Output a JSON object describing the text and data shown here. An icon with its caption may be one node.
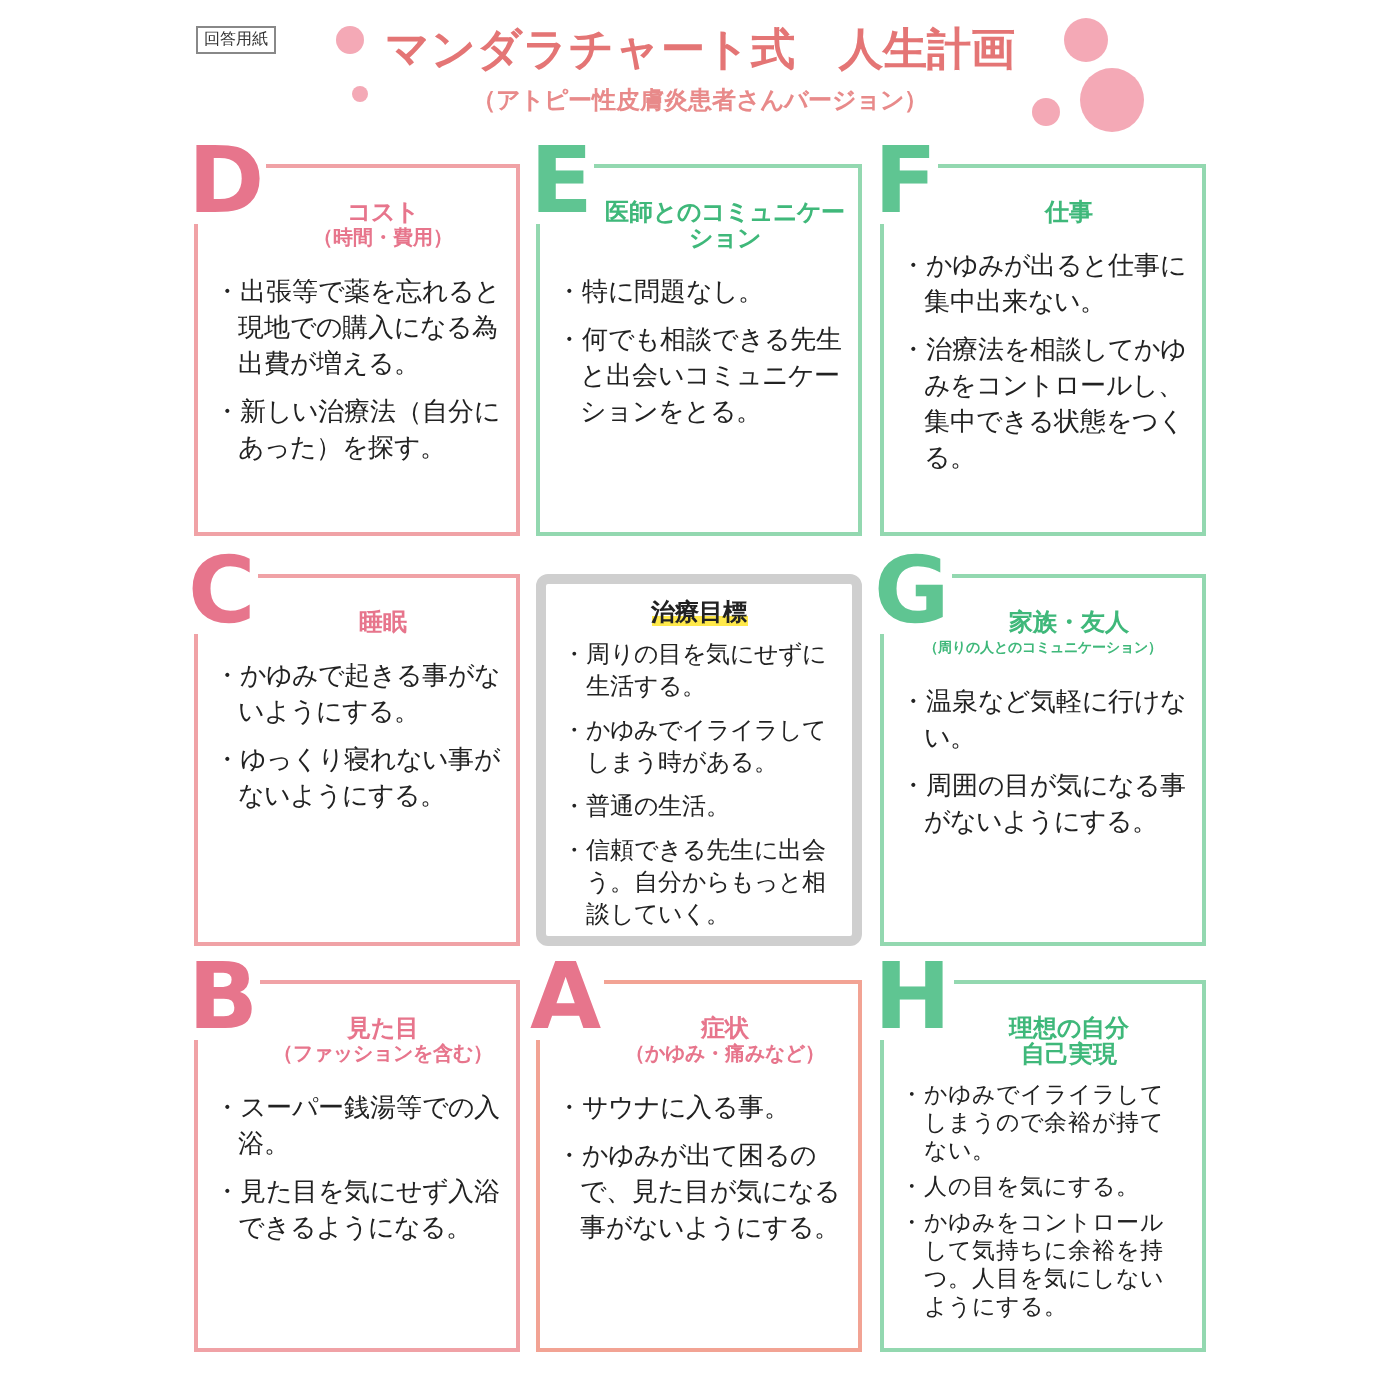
{
  "diagram": {
    "title": "マンダラチャート式　人生計画",
    "caption": "（アトピー性皮膚炎患者さんバージョン）",
    "nodes": [
      {
        "text": [
          "D",
          "コスト",
          "（時間・費用）",
          "・出張等で薬を忘れると現地での購入になる為出費が増える。",
          "・新しい治療法（自分にあった）を探す。"
        ]
      },
      {
        "text": [
          "E",
          "医師とのコミュニケーション",
          "・特に問題なし。",
          "・何でも相談できる先生と出会いコミュニケーションをとる。"
        ]
      },
      {
        "text": [
          "F",
          "仕事",
          "・かゆみが出ると仕事に集中出来ない。",
          "・治療法を相談してかゆみをコントロールし、集中できる状態をつくる。"
        ]
      },
      {
        "text": [
          "C",
          "睡眠",
          "・かゆみで起きる事がないようにする。",
          "・ゆっくり寝れない事がないようにする。"
        ]
      },
      {
        "text": [
          "治療目標",
          "・周りの目を気にせずに生活する。",
          "・かゆみでイライラしてしまう時がある。",
          "・普通の生活。",
          "・信頼できる先生に出会う。自分からもっと相談していく。"
        ]
      },
      {
        "text": [
          "G",
          "家族・友人",
          "（周りの人とのコミュニケーション）",
          "・温泉など気軽に行けない。",
          "・周囲の目が気になる事がないようにする。"
        ]
      },
      {
        "text": [
          "B",
          "見た目",
          "（ファッションを含む）",
          "・スーパー銭湯等での入浴。",
          "・見た目を気にせず入浴できるようになる。"
        ]
      },
      {
        "text": [
          "A",
          "症状",
          "（かゆみ・痛みなど）",
          "・サウナに入る事。",
          "・かゆみが出て困るので、見た目が気になる事がないようにする。"
        ]
      },
      {
        "text": [
          "H",
          "理想の自分",
          "自己実現",
          "・かゆみでイライラしてしまうので余裕が持てない。",
          "・人の目を気にする。",
          "・かゆみをコントロールして気持ちに余裕を持つ。人目を気にしないようにする。"
        ]
      }
    ],
    "labels": [
      "回答用紙"
    ]
  }
}
